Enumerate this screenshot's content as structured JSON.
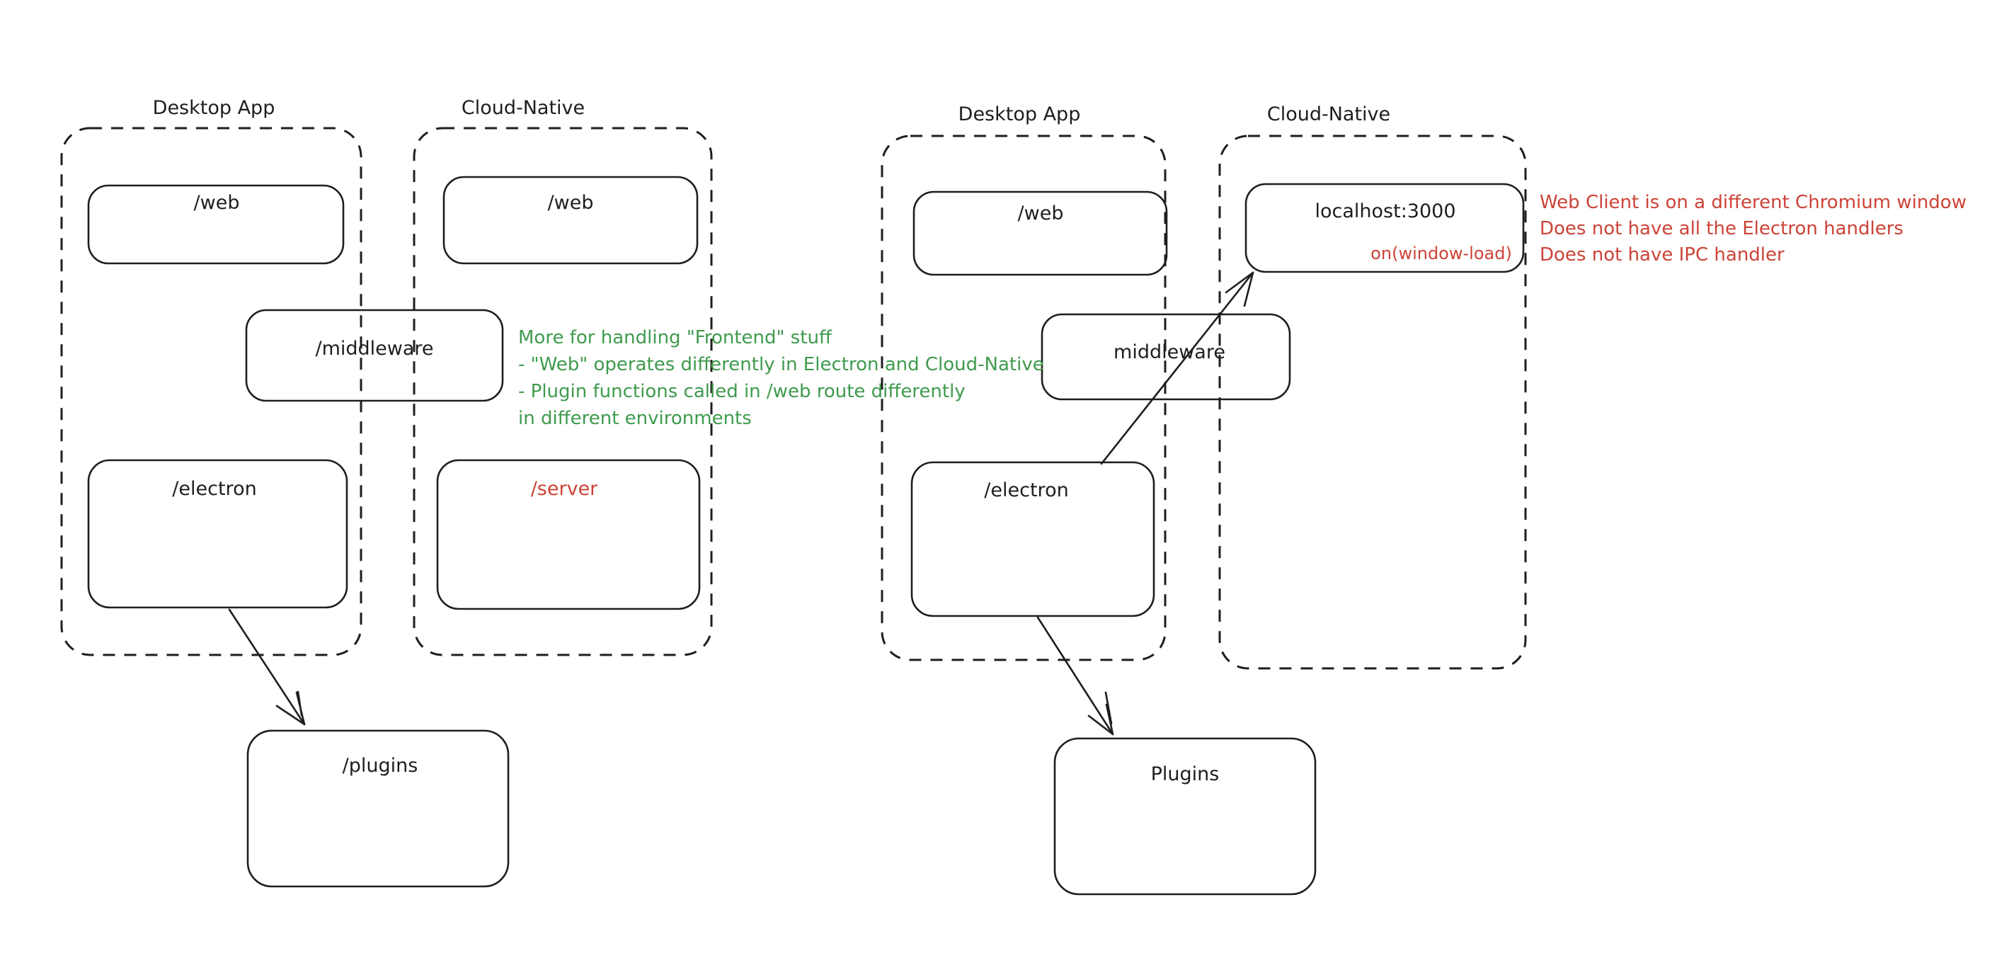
{
  "canvas": {
    "background": "#ffffff",
    "ink": "#1e1e1e",
    "accent_green": "#3f9b4e",
    "accent_red": "#cc4337"
  },
  "left": {
    "desktop": {
      "label": "Desktop App",
      "web": "/web",
      "electron": "/electron"
    },
    "cloud": {
      "label": "Cloud-Native",
      "web": "/web",
      "server": "/server"
    },
    "middleware": "/middleware",
    "plugins": "/plugins",
    "green_note": {
      "lines": [
        "More for handling \"Frontend\" stuff",
        "- \"Web\" operates differently in Electron and Cloud-Native",
        "- Plugin functions called in /web route differently",
        "in different environments"
      ]
    }
  },
  "right": {
    "desktop": {
      "label": "Desktop App",
      "web": "/web",
      "electron": "/electron"
    },
    "cloud": {
      "label": "Cloud-Native",
      "localhost": "localhost:3000",
      "window_load": "on(window-load)"
    },
    "middleware": "middleware",
    "plugins": "Plugins",
    "red_note": {
      "lines": [
        "Web Client is on a different Chromium window",
        "Does not have all the Electron handlers",
        "Does not have IPC handler"
      ]
    }
  }
}
